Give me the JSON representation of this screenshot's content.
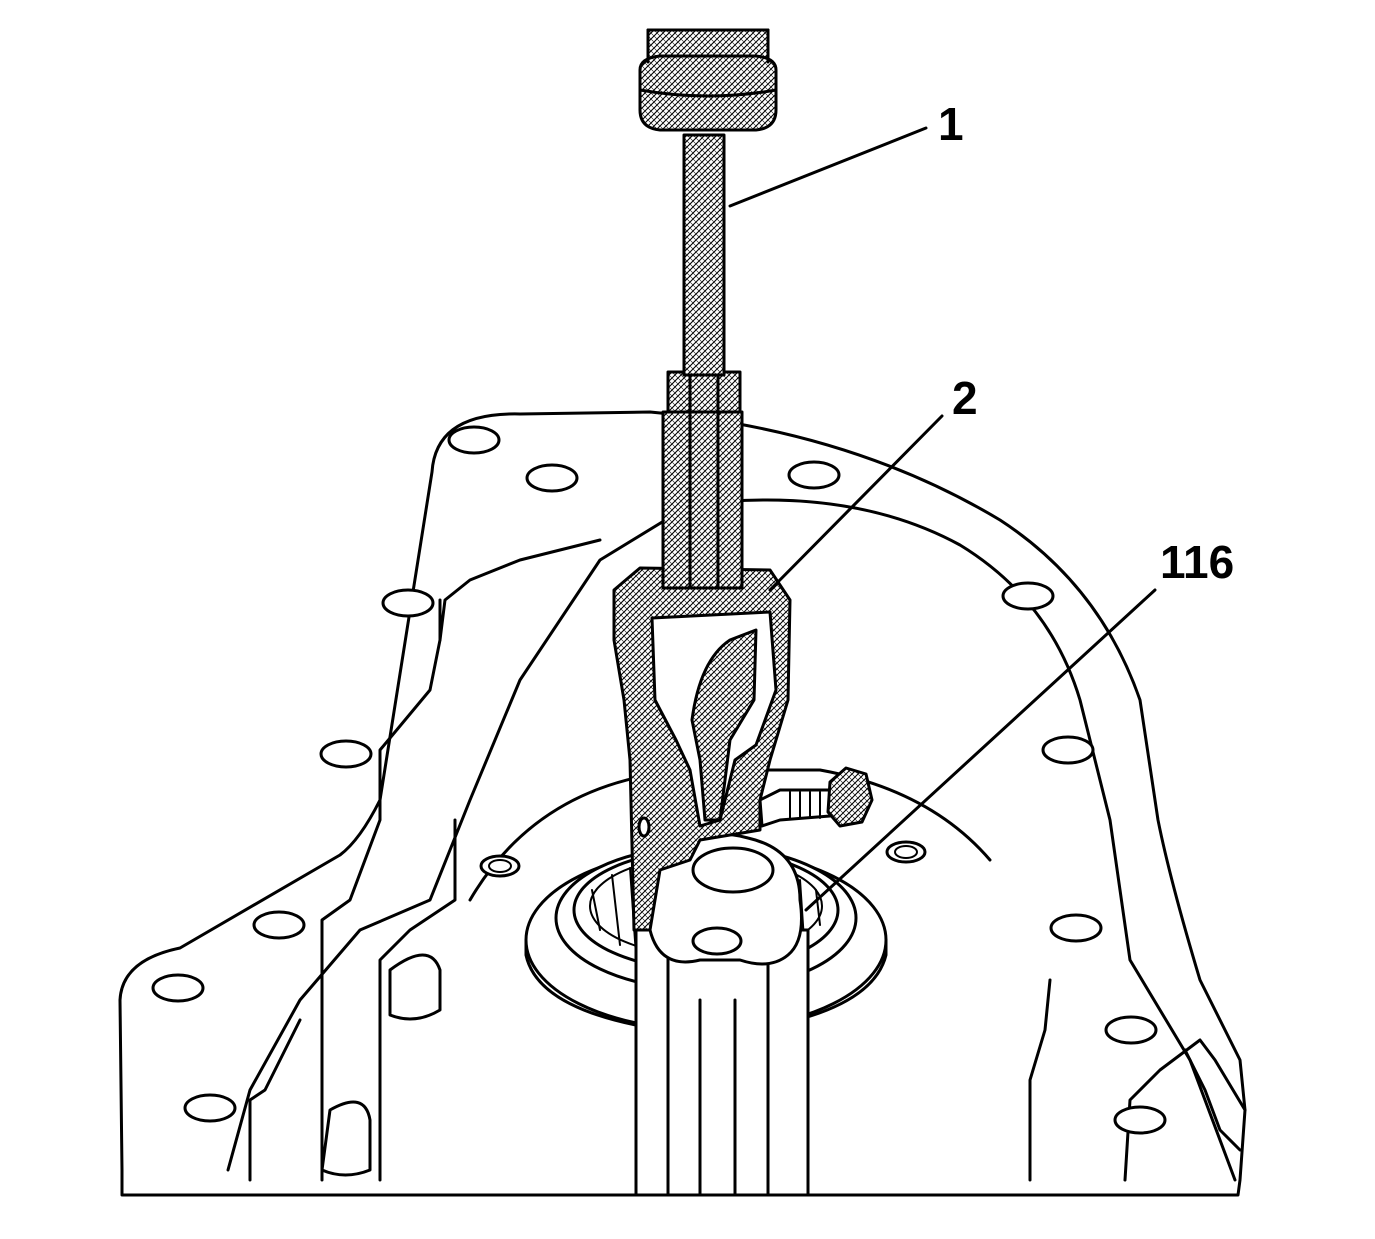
{
  "callouts": [
    {
      "id": "1",
      "label": "1"
    },
    {
      "id": "2",
      "label": "2"
    },
    {
      "id": "116",
      "label": "116"
    }
  ]
}
